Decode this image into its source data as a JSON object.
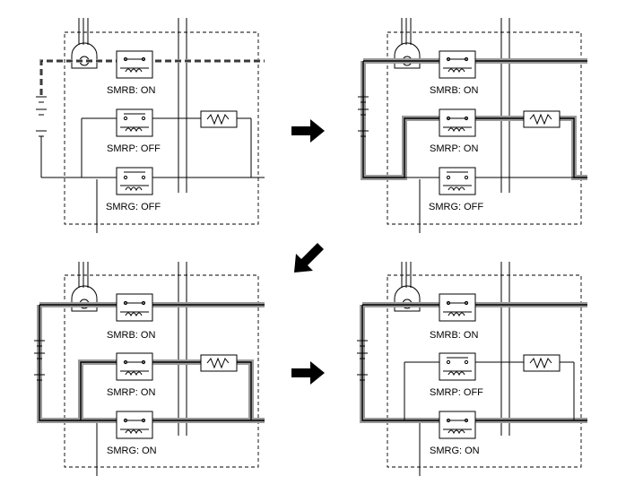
{
  "panels": [
    {
      "id": "step1",
      "relays": {
        "smrb": "SMRB: ON",
        "smrp": "SMRP: OFF",
        "smrg": "SMRG: OFF"
      },
      "states": {
        "smrb": "on",
        "smrp": "off",
        "smrg": "off"
      },
      "highlight": "dotted-top"
    },
    {
      "id": "step2",
      "relays": {
        "smrb": "SMRB: ON",
        "smrp": "SMRP: ON",
        "smrg": "SMRG: OFF"
      },
      "states": {
        "smrb": "on",
        "smrp": "on",
        "smrg": "off"
      },
      "highlight": "precharge"
    },
    {
      "id": "step3",
      "relays": {
        "smrb": "SMRB: ON",
        "smrp": "SMRP: ON",
        "smrg": "SMRG: ON"
      },
      "states": {
        "smrb": "on",
        "smrp": "on",
        "smrg": "on"
      },
      "highlight": "precharge-and-main"
    },
    {
      "id": "step4",
      "relays": {
        "smrb": "SMRB: ON",
        "smrp": "SMRP: OFF",
        "smrg": "SMRG: ON"
      },
      "states": {
        "smrb": "on",
        "smrp": "off",
        "smrg": "on"
      },
      "highlight": "main"
    }
  ],
  "arrows": [
    "right-arrow",
    "down-left-arrow",
    "right-arrow"
  ],
  "colors": {
    "line": "#000000",
    "highlight": "#9a9a9a",
    "background": "#ffffff"
  }
}
